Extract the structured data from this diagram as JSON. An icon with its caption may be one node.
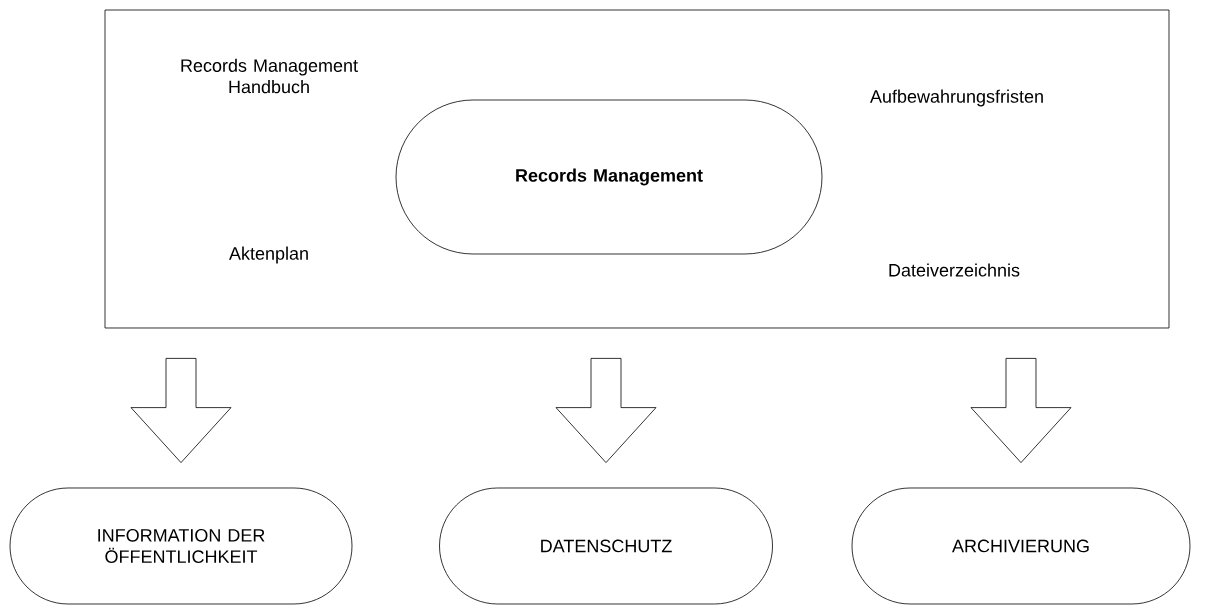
{
  "diagram": {
    "nodes": [
      {
        "text": [
          "Records Management Handbuch",
          "Aktenplan",
          "Aufbewahrungsfristen",
          "Dateiverzeichnis"
        ]
      },
      {
        "text": [
          "Records Management"
        ],
        "in": 0
      },
      {
        "text": [
          "INFORMATION DER ÖFFENTLICHKEIT"
        ]
      },
      {
        "text": [
          "DATENSCHUTZ"
        ]
      },
      {
        "text": [
          "ARCHIVIERUNG"
        ]
      }
    ],
    "edges": [
      {
        "from": 0,
        "to": 2,
        "arrow": "to"
      },
      {
        "from": 0,
        "to": 3,
        "arrow": "to"
      },
      {
        "from": 0,
        "to": 4,
        "arrow": "to"
      }
    ]
  }
}
